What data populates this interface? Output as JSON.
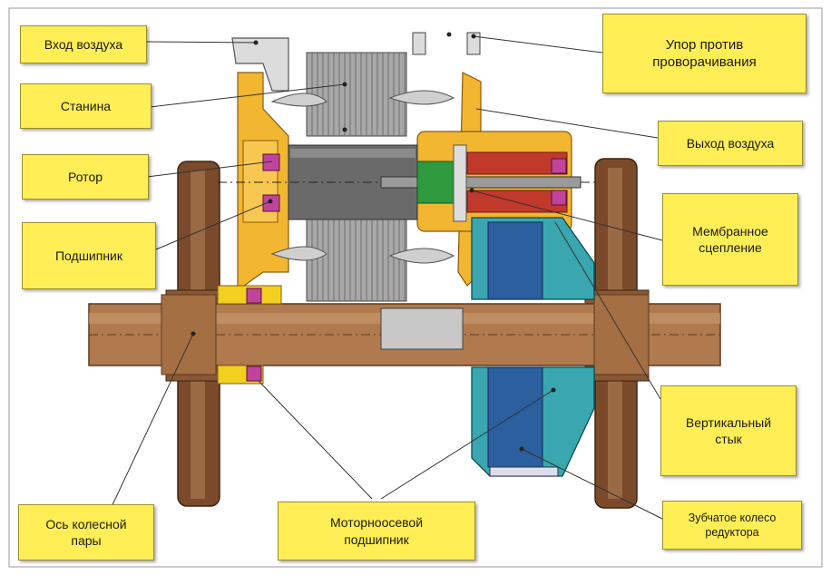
{
  "labels": {
    "air_inlet": "Вход воздуха",
    "frame": "Станина",
    "rotor": "Ротор",
    "bearing": "Подшипник",
    "axle": "Ось колесной\nпары",
    "motor_axle_bearing": "Моторноосевой\nподшипник",
    "anti_rotation_stop": "Упор против\nпроворачивания",
    "air_outlet": "Выход воздуха",
    "membrane_coupling": "Мембранное\nсцепление",
    "vertical_joint": "Вертикальный\nстык",
    "reducer_gear": "Зубчатое колесо\nредуктора"
  },
  "colors": {
    "label_fill": "#ffee55",
    "wheel": "#7a4a2a",
    "axle": "#b07a4e",
    "housing": "#f2b630",
    "stator": "#a8a8a8",
    "gear_housing": "#3aa7b0",
    "gear_blue": "#2b5f9e",
    "coupling_red": "#c0392b",
    "coupling_green": "#2e9a3e",
    "bearing_magenta": "#c0449a"
  }
}
